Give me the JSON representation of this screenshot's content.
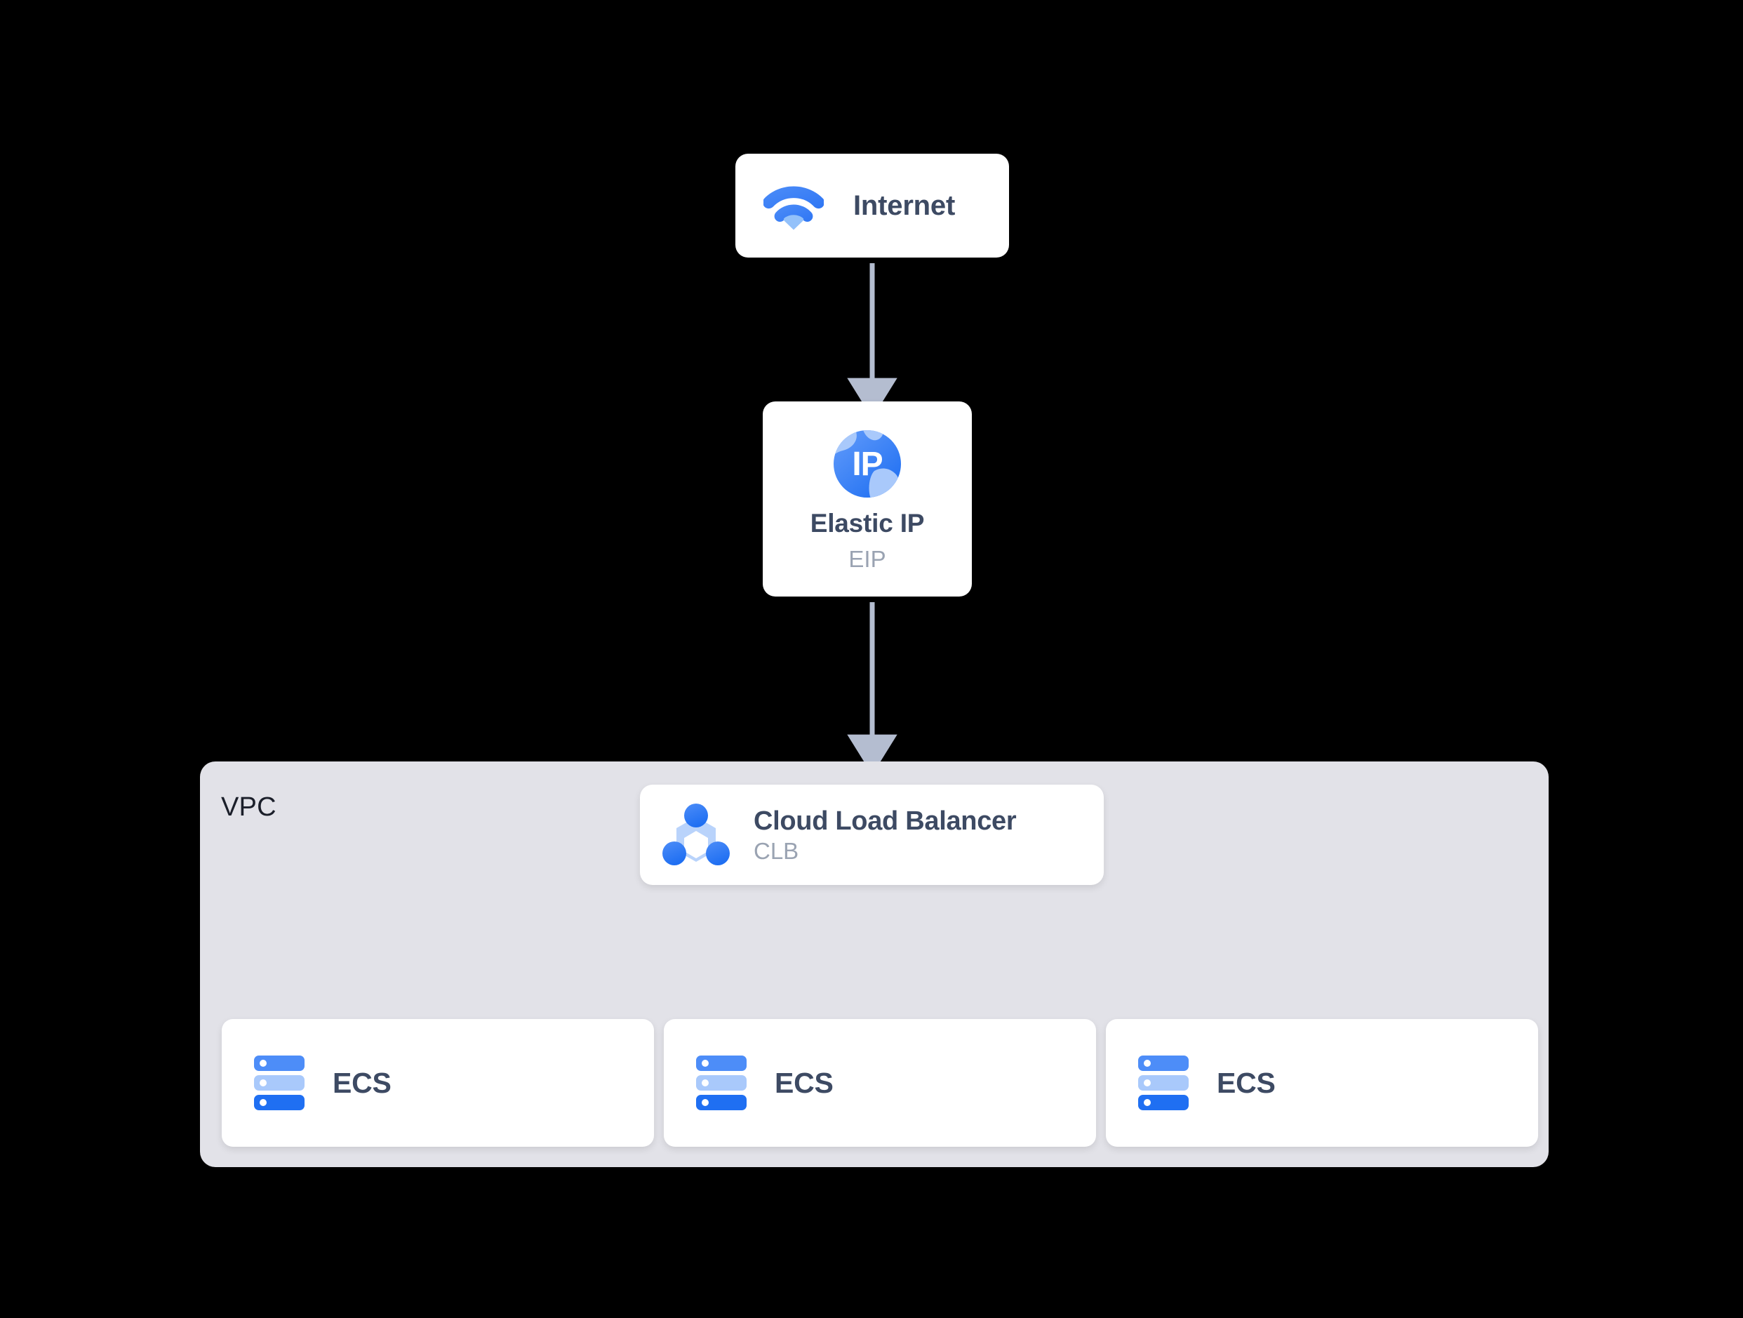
{
  "diagram": {
    "title": "Cloud architecture: Internet to Elastic IP to Cloud Load Balancer to ECS instances inside a VPC",
    "background_color": "#000000"
  },
  "colors": {
    "card_background": "#ffffff",
    "vpc_background": "#e2e2e8",
    "connector": "#b4bdd0",
    "title_text": "#3d4a63",
    "subtitle_text": "#9aa3b2",
    "vpc_label_text": "#1b1f2a",
    "brand_blue": "#3b82f6",
    "brand_blue_dark": "#1f6ff2",
    "brand_blue_light": "#93c1fa",
    "brand_blue_pale": "#b9d3fb"
  },
  "nodes": {
    "internet": {
      "label": "Internet",
      "icon": "wifi-icon"
    },
    "elastic_ip": {
      "title": "Elastic IP",
      "subtitle": "EIP",
      "icon": "globe-ip-icon",
      "icon_text": "IP"
    },
    "vpc": {
      "label": "VPC"
    },
    "clb": {
      "title": "Cloud Load Balancer",
      "subtitle": "CLB",
      "icon": "load-balancer-icon"
    },
    "ecs_instances": [
      {
        "label": "ECS",
        "icon": "server-stack-icon"
      },
      {
        "label": "ECS",
        "icon": "server-stack-icon"
      },
      {
        "label": "ECS",
        "icon": "server-stack-icon"
      }
    ]
  },
  "connections": [
    {
      "from": "internet",
      "to": "elastic_ip",
      "style": "arrow-down"
    },
    {
      "from": "elastic_ip",
      "to": "clb",
      "style": "arrow-down"
    },
    {
      "from": "clb",
      "to": "ecs_instances.0",
      "style": "elbow-arrow"
    },
    {
      "from": "clb",
      "to": "ecs_instances.1",
      "style": "arrow-down"
    },
    {
      "from": "clb",
      "to": "ecs_instances.2",
      "style": "elbow-arrow"
    }
  ]
}
